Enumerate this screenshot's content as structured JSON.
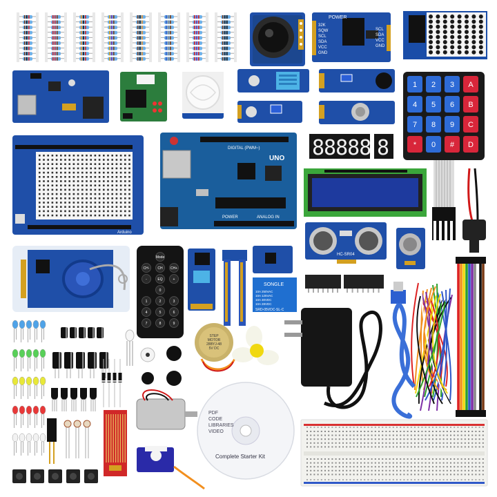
{
  "product": {
    "cd_lines": [
      "PDF",
      "CODE",
      "LIBRARIES",
      "VIDEO"
    ],
    "cd_title": "Complete Starter Kit"
  },
  "keypad": {
    "keys": [
      "1",
      "2",
      "3",
      "A",
      "4",
      "5",
      "6",
      "B",
      "7",
      "8",
      "9",
      "C",
      "*",
      "0",
      "#",
      "D"
    ]
  },
  "remote": {
    "buttons": [
      "Mode",
      "CH-",
      "CH",
      "CH+",
      "-",
      "EQ",
      "+",
      "0",
      "1",
      "2",
      "3",
      "4",
      "5",
      "6",
      "7",
      "8",
      "9"
    ]
  },
  "modules": {
    "rtc_labels": [
      "32K",
      "SQW",
      "SCL",
      "SDA",
      "VCC",
      "GND"
    ],
    "rtc_right": [
      "SCL",
      "SDA",
      "VCC",
      "GND"
    ],
    "rtc_power": "POWER",
    "relay_brand": "SONGLE",
    "relay_text": [
      "10A 250VAC",
      "10A 125VAC",
      "10A 30VDC",
      "10A 28VDC"
    ],
    "relay_model": "SRD-05VDC-SL-C",
    "stepper_text": [
      "STEP",
      "MOTOR",
      "28BYJ-48",
      "5V DC"
    ],
    "ultrasonic_label": "HC-SR04",
    "uno_digital": "DIGITAL (PWM~)",
    "uno_analog": "ANALOG IN",
    "uno_power": "POWER",
    "uno_brand": "UNO",
    "proto_label": "Arduino",
    "seven_segment": "88888",
    "single_digit": "8"
  },
  "colors": {
    "pcb_blue": "#1f4fa8",
    "pcb_dark": "#153a7d",
    "arduino": "#1a5e9c",
    "breadboard": "#f2f2ee",
    "lcd_green": "#3ba63b",
    "lcd_screen": "#1e3a9e",
    "keypad_blue": "#2e6bd6",
    "keypad_red": "#d8263a",
    "usb_blue": "#3a6fd8"
  }
}
